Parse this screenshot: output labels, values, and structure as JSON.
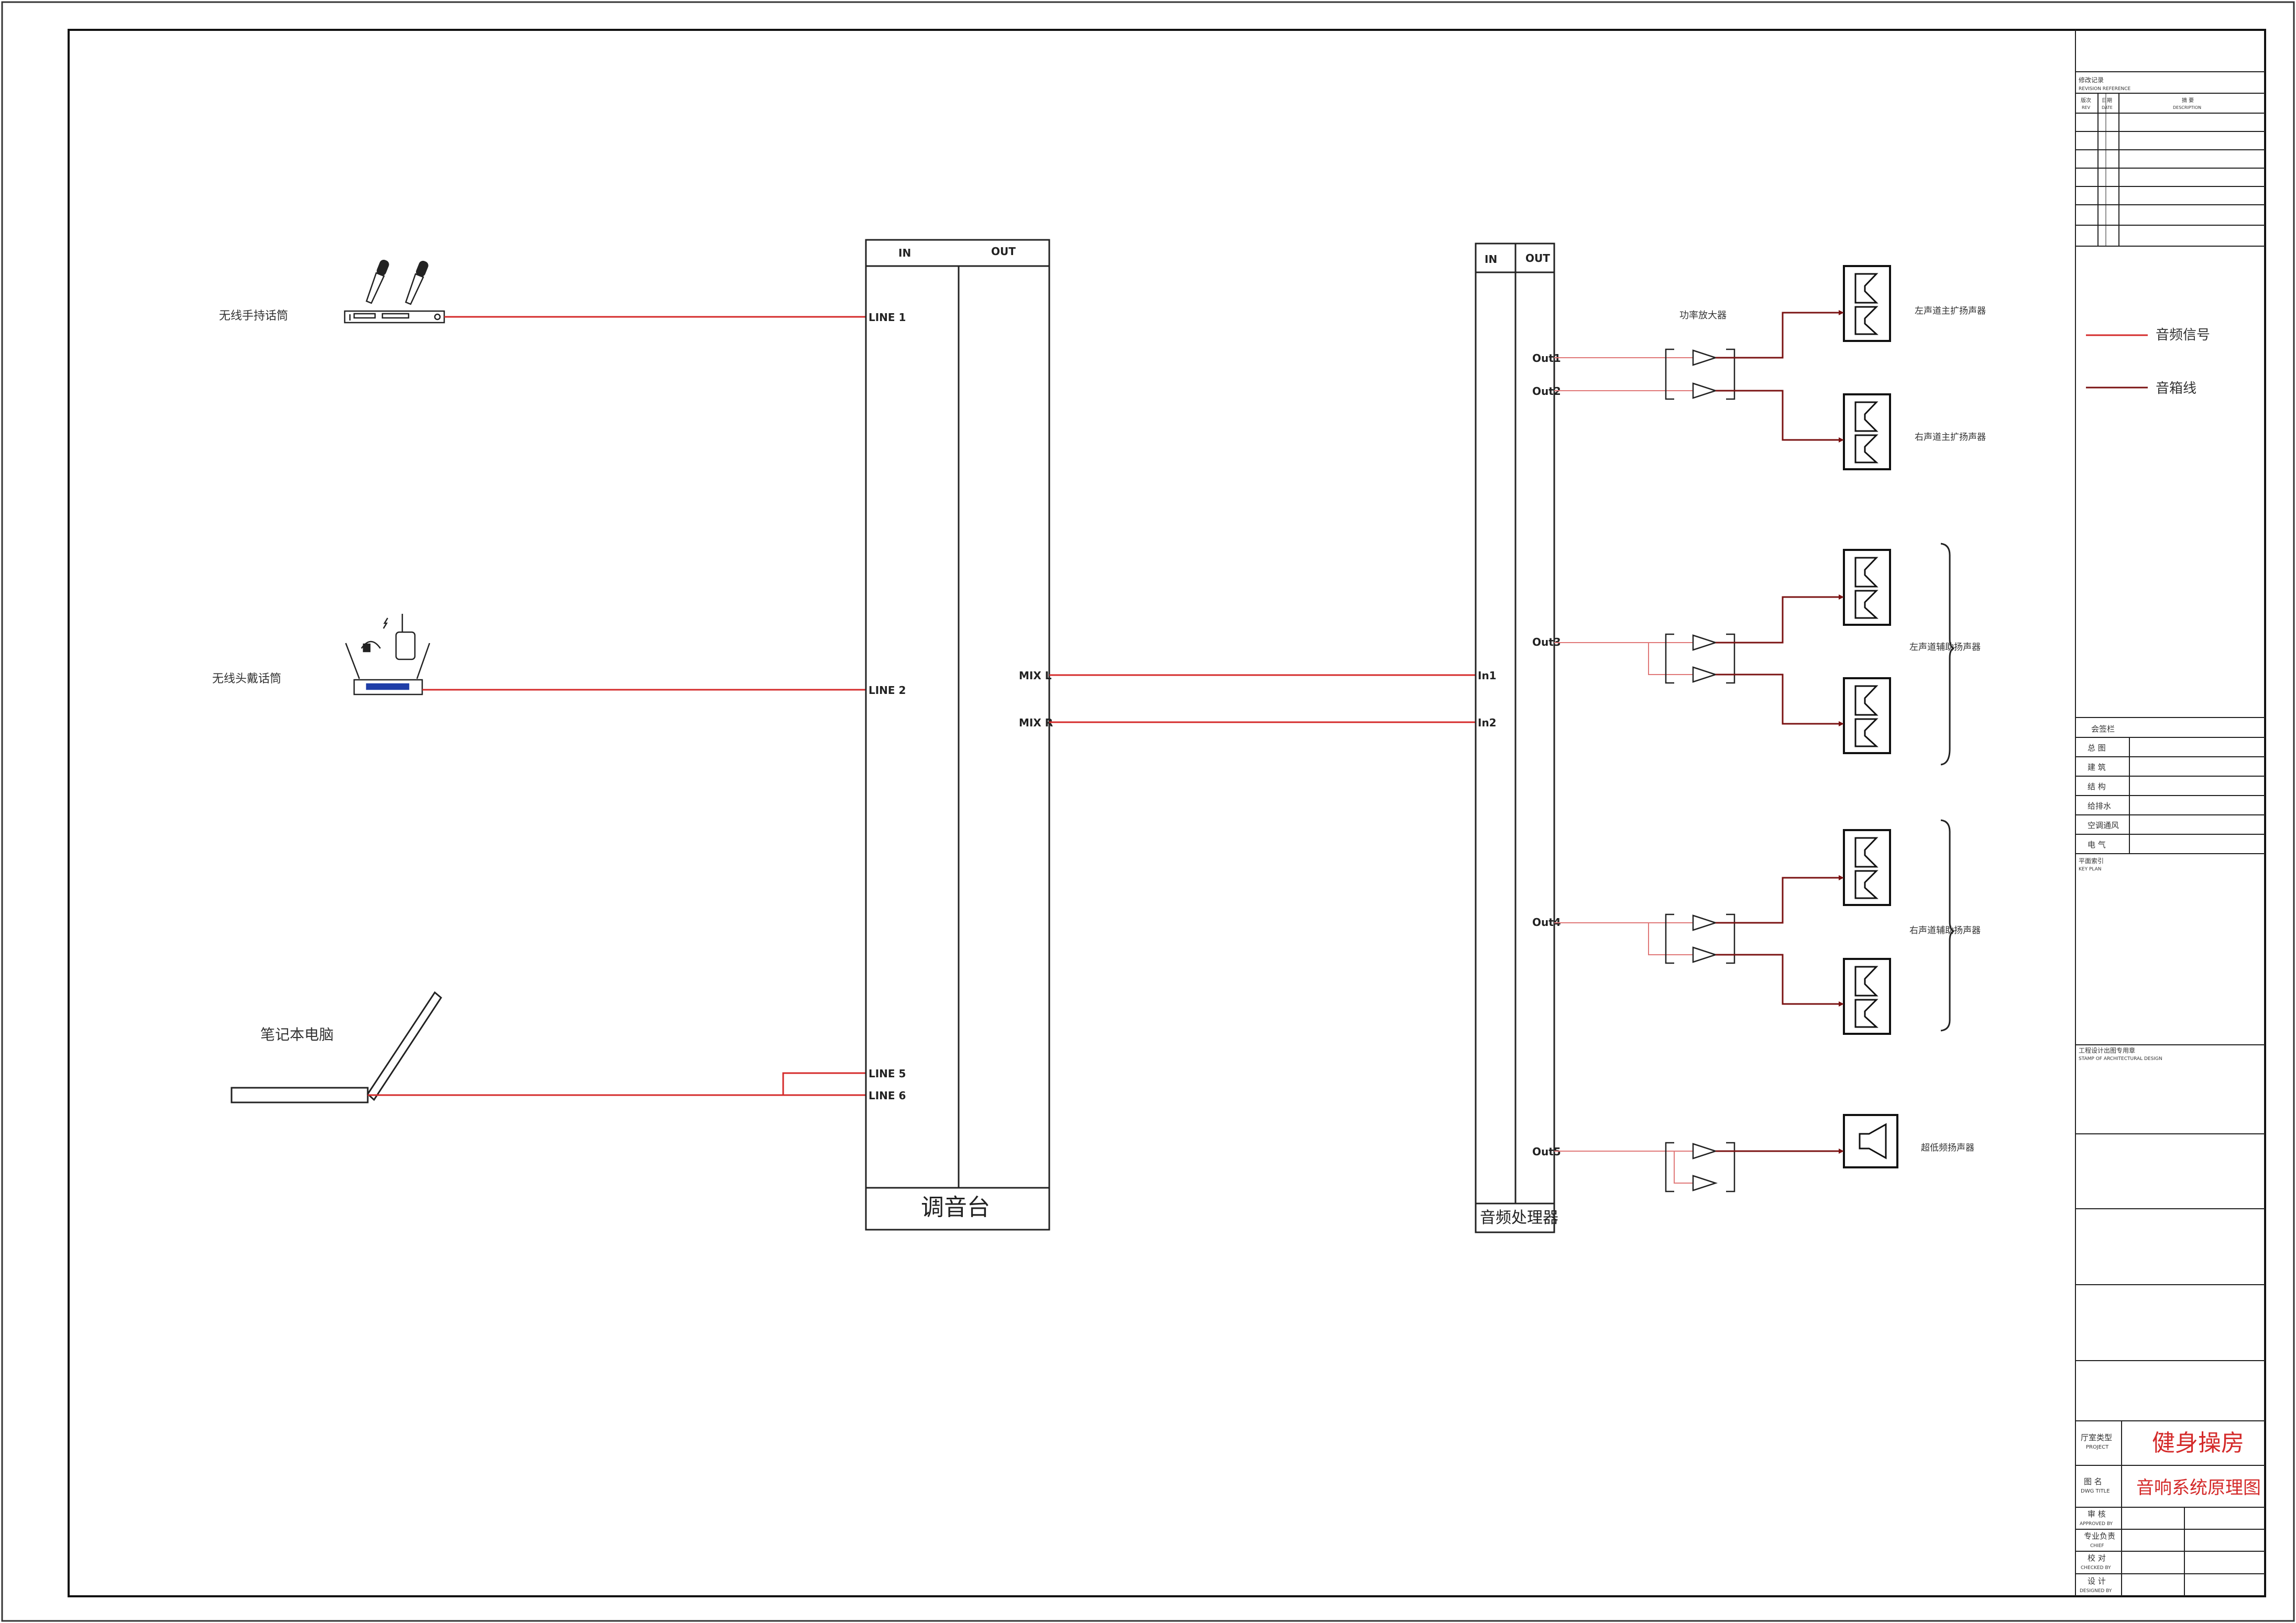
{
  "devices": {
    "wireless_handheld": "无线手持话筒",
    "wireless_headset": "无线头戴话筒",
    "laptop": "笔记本电脑"
  },
  "mixer": {
    "header_in": "IN",
    "header_out": "OUT",
    "line1": "LINE 1",
    "line2": "LINE 2",
    "line5": "LINE 5",
    "line6": "LINE 6",
    "mix_l": "MIX L",
    "mix_r": "MIX R",
    "name": "调音台"
  },
  "processor": {
    "header_in": "IN",
    "header_out": "OUT",
    "in1": "In1",
    "in2": "In2",
    "out1": "Out1",
    "out2": "Out2",
    "out3": "Out3",
    "out4": "Out4",
    "out5": "Out5",
    "name": "音频处理器"
  },
  "amps": {
    "label": "功率放大器"
  },
  "speakers": {
    "left_main": "左声道主扩扬声器",
    "right_main": "右声道主扩扬声器",
    "left_aux": "左声道辅助扬声器",
    "right_aux": "右声道辅助扬声器",
    "sub": "超低频扬声器"
  },
  "legend": {
    "audio_signal": "音频信号",
    "speaker_cable": "音箱线",
    "audio_color": "#d42a2a",
    "cable_color": "#7a1212"
  },
  "titleblock": {
    "revision_cn": "修改记录",
    "revision_en": "REVISION REFERENCE",
    "rev_col_cn": "版次",
    "rev_col_en": "REV",
    "date_col_cn": "日期",
    "date_col_en": "DATE",
    "desc_col_cn": "摘 要",
    "desc_col_en": "DESCRIPTION",
    "sign_title": "会签栏",
    "sign_rows": [
      "总 图",
      "建 筑",
      "结 构",
      "给排水",
      "空调通风",
      "电 气"
    ],
    "keyplan_cn": "平面索引",
    "keyplan_en": "KEY PLAN",
    "stamp_cn": "工程设计出图专用章",
    "stamp_en": "STAMP OF ARCHITECTURAL DESIGN",
    "project_label_cn": "厅室类型",
    "project_label_en": "PROJECT",
    "project_name": "健身操房",
    "drawing_label_cn": "图 名",
    "drawing_label_en": "DWG TITLE",
    "drawing_title": "音响系统原理图",
    "approved_cn": "审 核",
    "approved_en": "APPROVED BY",
    "chief_cn": "专业负责",
    "chief_en": "CHIEF",
    "checked_cn": "校 对",
    "checked_en": "CHECKED BY",
    "designed_cn": "设 计",
    "designed_en": "DESIGNED BY"
  }
}
